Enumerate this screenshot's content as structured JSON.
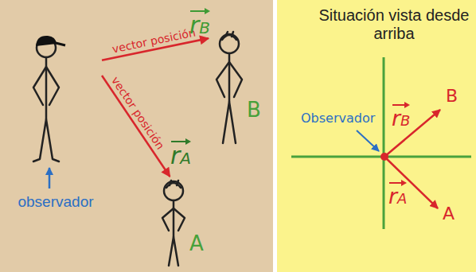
{
  "diagram": {
    "title": "Situación vista desde arriba",
    "nodes": [
      {
        "text": [
          "observador"
        ]
      },
      {
        "text": [
          "B"
        ]
      },
      {
        "text": [
          "A"
        ]
      }
    ],
    "edges": [
      {
        "from": 0,
        "to": 1,
        "arrow": "to",
        "label": "vector posición"
      },
      {
        "from": 0,
        "to": 2,
        "arrow": "to",
        "label": "vector posición"
      }
    ],
    "labels": [
      "rB",
      "rA",
      "Observador",
      "rB",
      "B",
      "rA",
      "A"
    ]
  }
}
